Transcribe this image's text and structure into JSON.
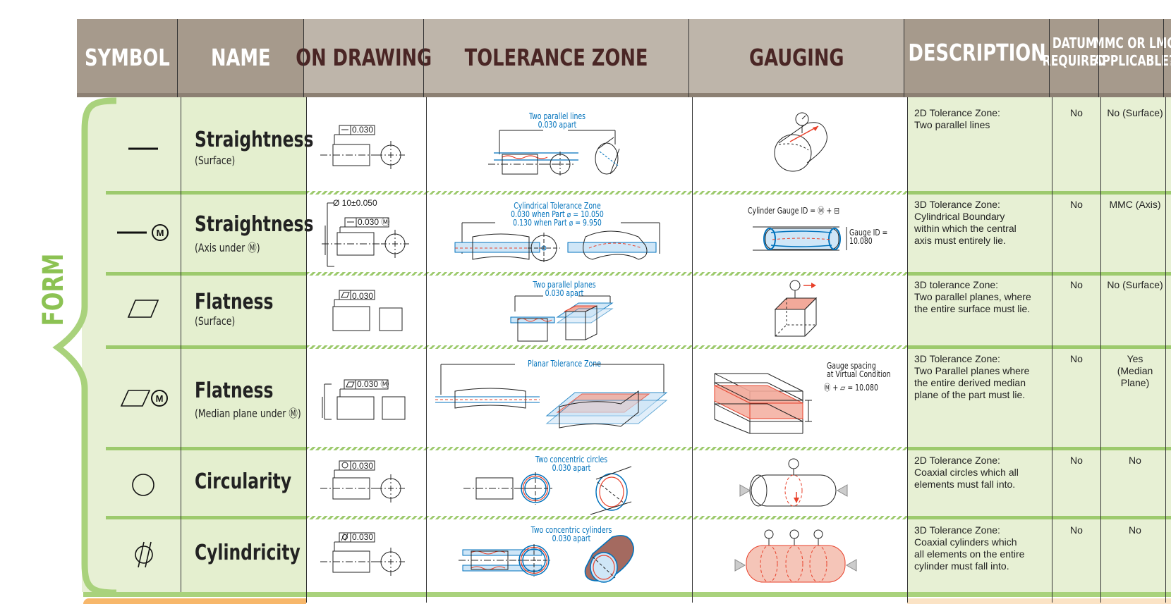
{
  "header": {
    "symbol": "SYMBOL",
    "name": "NAME",
    "on_drawing": "ON DRAWING",
    "tolerance_zone": "TOLERANCE ZONE",
    "gauging": "GAUGING",
    "description": "DESCRIPTION",
    "datum_required_l1": "DATUM",
    "datum_required_l2": "REQUIRED",
    "mmc_l1": "MMC OR LMC",
    "mmc_l2": "APPLICABLE?"
  },
  "category": "FORM",
  "rows": [
    {
      "name": "Straightness",
      "sub": "(Surface)",
      "drawing_callout": "0.030",
      "zone_l1": "Two parallel lines",
      "zone_l2": "0.030 apart",
      "desc": [
        "2D Tolerance Zone:",
        "Two parallel lines"
      ],
      "datum": "No",
      "mmc": [
        "No (Surface)"
      ]
    },
    {
      "name": "Straightness",
      "sub": "(Axis under Ⓜ)",
      "drawing_dim": "Ø 10±0.050",
      "drawing_callout": "0.030 Ⓜ",
      "zone_l1": "Cylindrical Tolerance Zone",
      "zone_l2": "0.030 when Part ⌀ = 10.050",
      "zone_l3": "0.130 when Part ⌀ = 9.950",
      "gauge_l1": "Cylinder Gauge ID = Ⓜ + ⊟",
      "gauge_l2": "Gauge ID =",
      "gauge_l3": "10.080",
      "desc": [
        "3D Tolerance Zone:",
        "Cylindrical Boundary",
        "within which the central",
        "axis must entirely lie."
      ],
      "datum": "No",
      "mmc": [
        "MMC (Axis)"
      ]
    },
    {
      "name": "Flatness",
      "sub": "(Surface)",
      "drawing_callout": "0.030",
      "zone_l1": "Two parallel planes",
      "zone_l2": "0.030 apart",
      "desc": [
        "3D tolerance Zone:",
        "Two parallel planes, where",
        "the entire surface must lie."
      ],
      "datum": "No",
      "mmc": [
        "No (Surface)"
      ]
    },
    {
      "name": "Flatness",
      "sub": "(Median plane under Ⓜ)",
      "drawing_callout": "0.030 Ⓜ",
      "zone_l1": "Planar Tolerance Zone",
      "gauge_l1": "Gauge spacing",
      "gauge_l2": "at Virtual Condition",
      "gauge_l3": "Ⓜ + ⏥ = 10.080",
      "desc": [
        "3D Tolerance Zone:",
        "Two Parallel planes where",
        "the entire derived median",
        "plane of the part must lie."
      ],
      "datum": "No",
      "mmc": [
        "Yes",
        "(Median",
        "Plane)"
      ]
    },
    {
      "name": "Circularity",
      "sub": "",
      "drawing_callout": "0.030",
      "zone_l1": "Two concentric circles",
      "zone_l2": "0.030 apart",
      "desc": [
        "2D Tolerance Zone:",
        "Coaxial circles which all",
        "elements must fall into."
      ],
      "datum": "No",
      "mmc": [
        "No"
      ]
    },
    {
      "name": "Cylindricity",
      "sub": "",
      "drawing_callout": "0.030",
      "zone_l1": "Two concentric cylinders",
      "zone_l2": "0.030 apart",
      "desc": [
        "3D Tolerance Zone:",
        "Coaxial cylinders which",
        "all elements on the entire",
        "cylinder must fall into."
      ],
      "datum": "No",
      "mmc": [
        "No"
      ]
    }
  ],
  "colors": {
    "header_dark": "#a69a8c",
    "header_light": "#beb5aa",
    "header_brown_text": "#4a2625",
    "green_bg": "#e7f0d4",
    "green_accent": "#8fc45a",
    "blue_ann": "#0072bc",
    "red_accent": "#e8402a"
  }
}
